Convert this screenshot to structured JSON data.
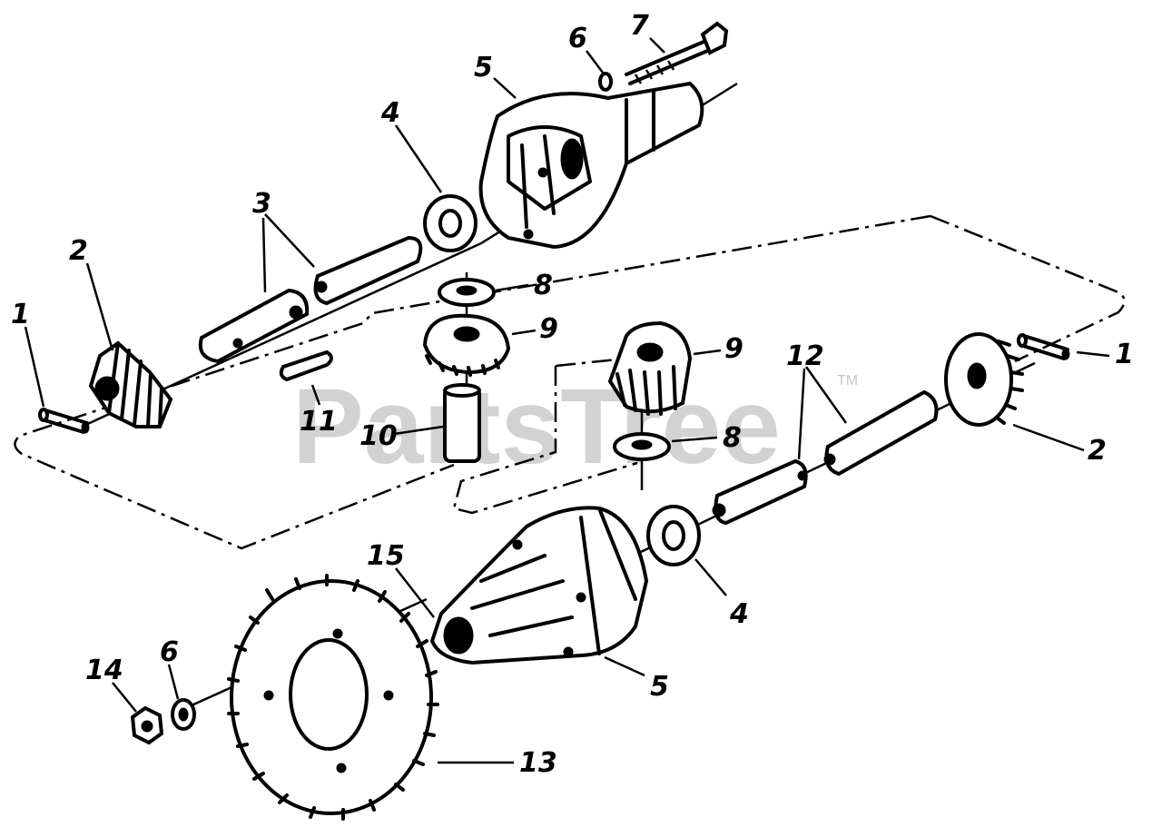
{
  "diagram": {
    "watermark": "PartsTree",
    "trademark": "TM",
    "part_labels": [
      {
        "id": "label-1-left",
        "text": "1"
      },
      {
        "id": "label-2-left",
        "text": "2"
      },
      {
        "id": "label-3",
        "text": "3"
      },
      {
        "id": "label-4-top",
        "text": "4"
      },
      {
        "id": "label-5-top",
        "text": "5"
      },
      {
        "id": "label-6-top",
        "text": "6"
      },
      {
        "id": "label-7",
        "text": "7"
      },
      {
        "id": "label-8-top",
        "text": "8"
      },
      {
        "id": "label-9-left",
        "text": "9"
      },
      {
        "id": "label-9-right",
        "text": "9"
      },
      {
        "id": "label-1-right",
        "text": "1"
      },
      {
        "id": "label-12",
        "text": "12"
      },
      {
        "id": "label-2-right",
        "text": "2"
      },
      {
        "id": "label-11",
        "text": "11"
      },
      {
        "id": "label-10",
        "text": "10"
      },
      {
        "id": "label-8-bottom",
        "text": "8"
      },
      {
        "id": "label-15",
        "text": "15"
      },
      {
        "id": "label-4-bottom",
        "text": "4"
      },
      {
        "id": "label-14",
        "text": "14"
      },
      {
        "id": "label-6-bottom",
        "text": "6"
      },
      {
        "id": "label-5-bottom",
        "text": "5"
      },
      {
        "id": "label-13",
        "text": "13"
      }
    ]
  }
}
